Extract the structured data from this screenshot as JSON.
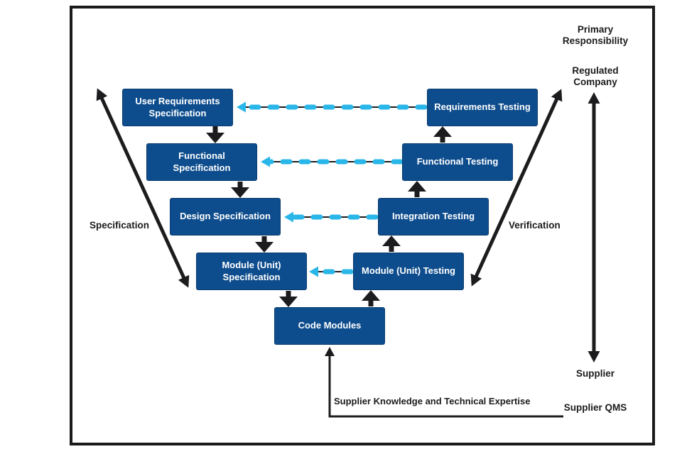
{
  "boxes": {
    "urs": {
      "label": "User Requirements Specification"
    },
    "fs": {
      "label": "Functional Specification"
    },
    "ds": {
      "label": "Design Specification"
    },
    "ms": {
      "label": "Module (Unit) Specification"
    },
    "cm": {
      "label": "Code Modules"
    },
    "mt": {
      "label": "Module (Unit) Testing"
    },
    "it": {
      "label": "Integration Testing"
    },
    "ft": {
      "label": "Functional Testing"
    },
    "rt": {
      "label": "Requirements Testing"
    }
  },
  "labels": {
    "specification": "Specification",
    "verification": "Verification",
    "primary_responsibility": "Primary Responsibility",
    "regulated_company": "Regulated Company",
    "supplier": "Supplier",
    "supplier_qms": "Supplier QMS",
    "supplier_knowledge": "Supplier Knowledge and Technical Expertise"
  },
  "colors": {
    "box_blue": "#0E4D8D",
    "dash_cyan": "#29B6E8",
    "line_black": "#1C1C1E"
  }
}
